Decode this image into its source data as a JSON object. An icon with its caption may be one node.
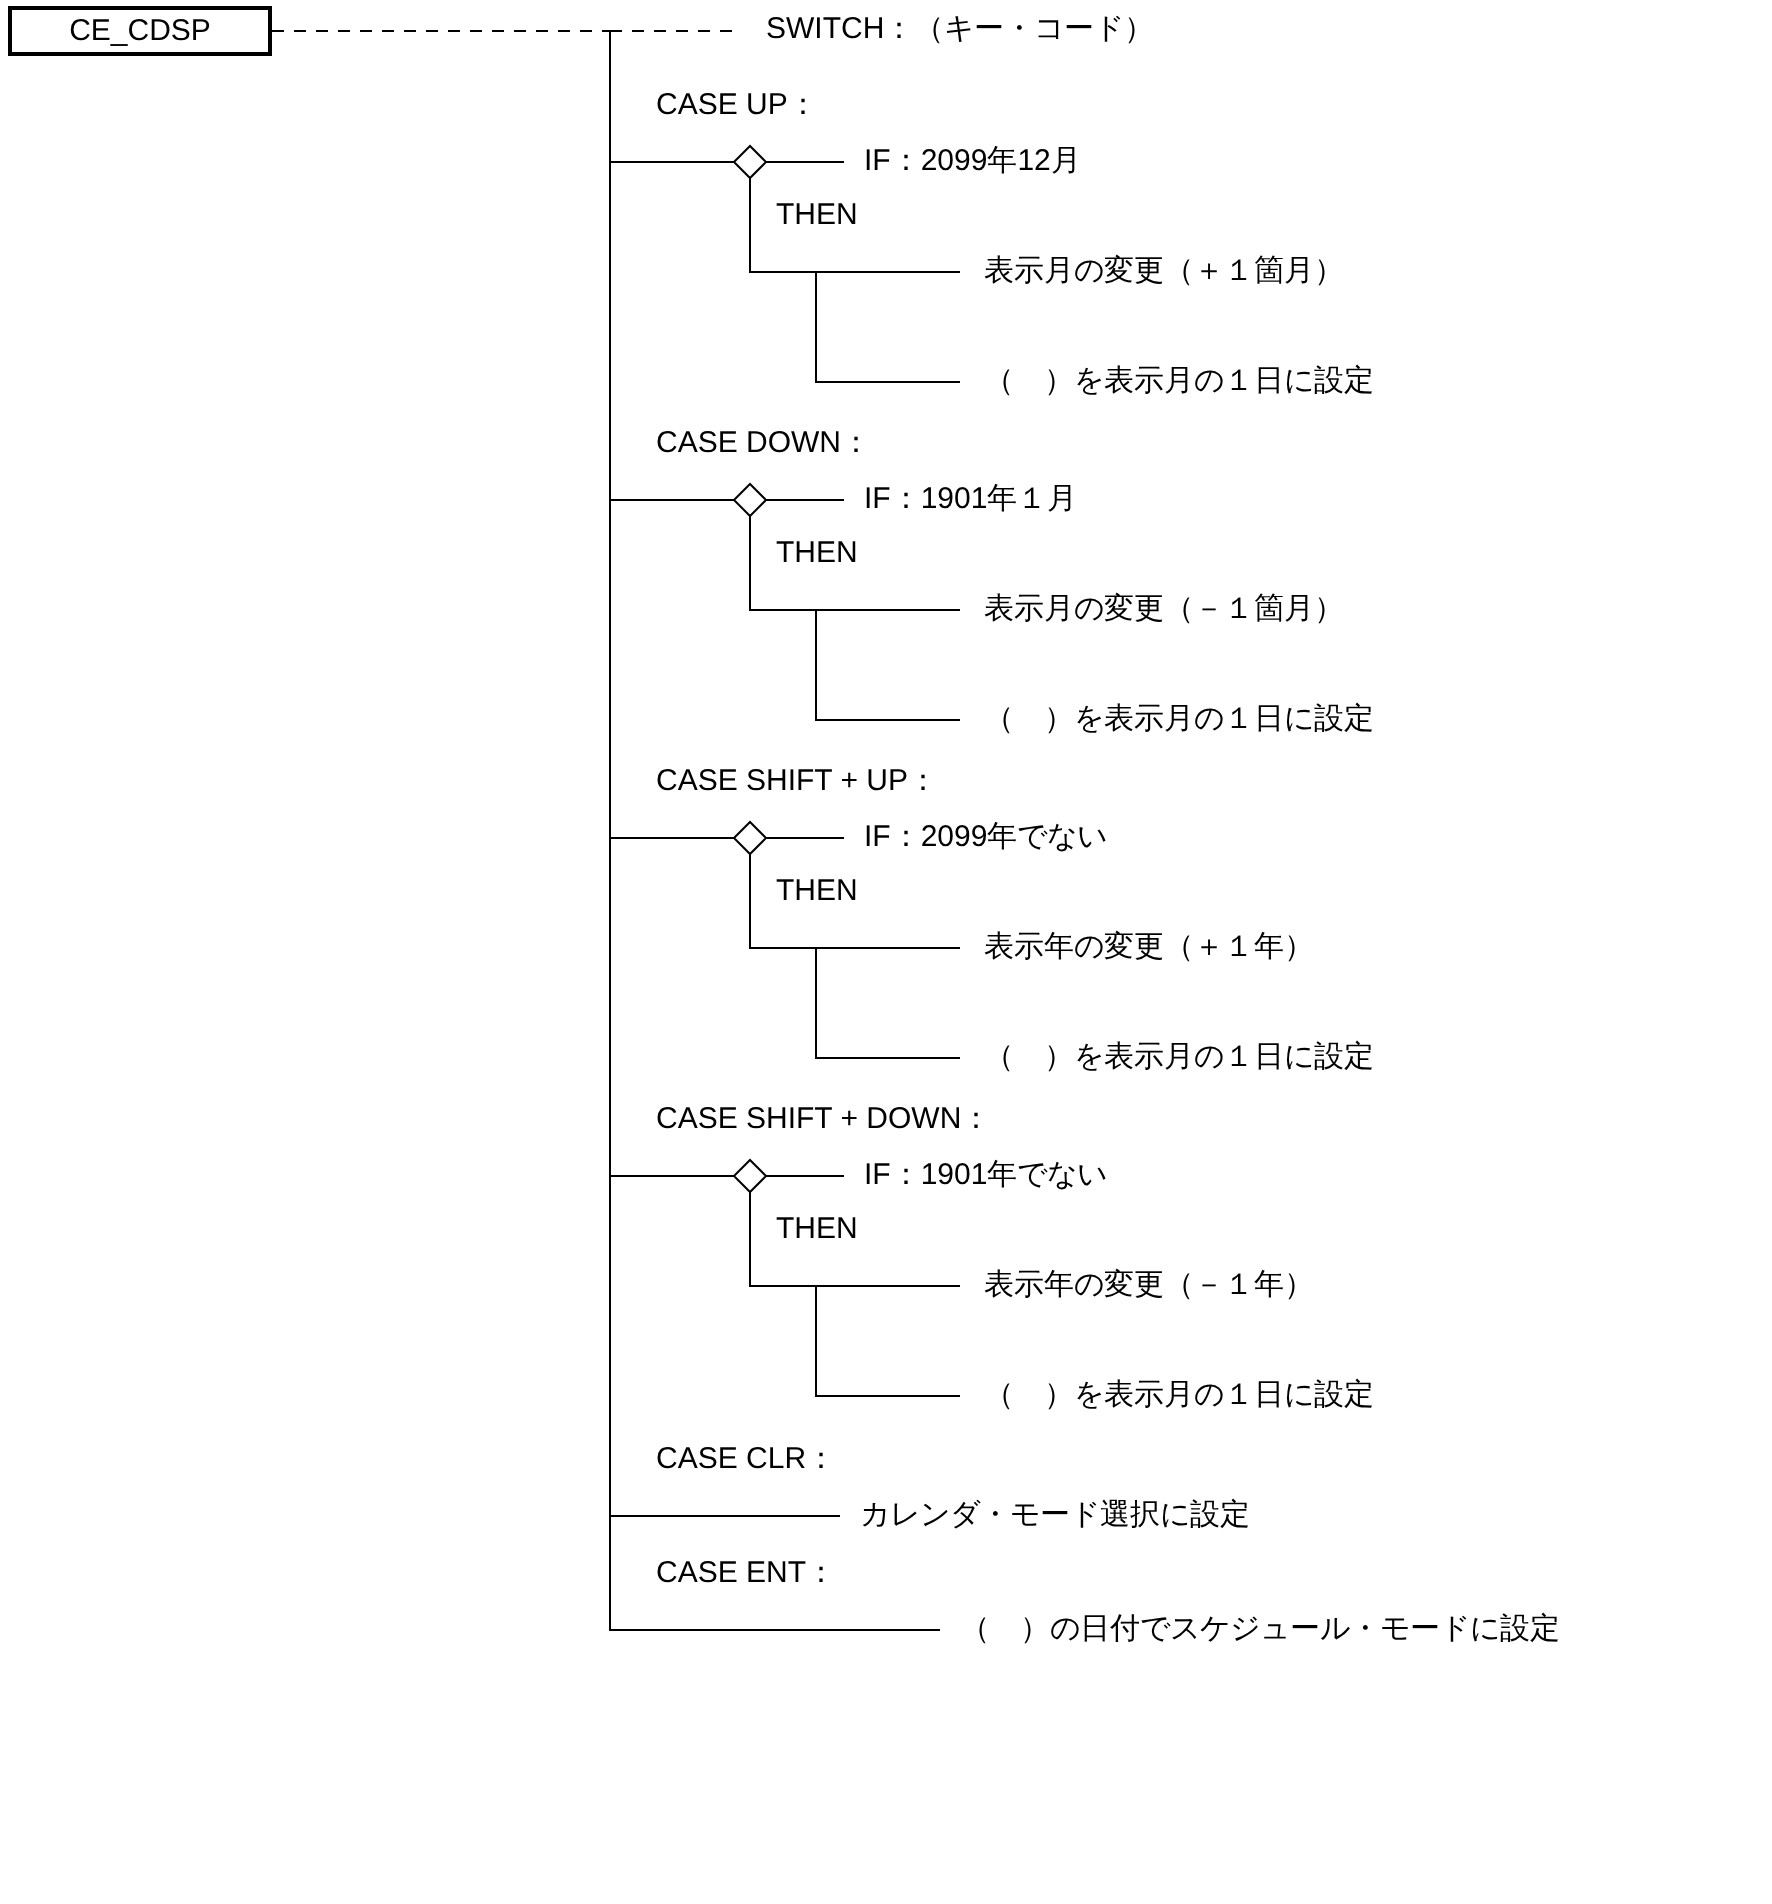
{
  "diagram": {
    "nodes": [
      {
        "text": [
          "CE_CDSP"
        ]
      },
      {
        "text": [
          "SWITCH：（キー・コード）"
        ]
      },
      {
        "text": [],
        "shape": "diamond"
      },
      {
        "text": [
          "IF：2099年12月"
        ]
      },
      {
        "text": [
          "表示月の変更（＋１箇月）"
        ]
      },
      {
        "text": [
          "（　）を表示月の１日に設定"
        ]
      },
      {
        "text": [],
        "shape": "diamond"
      },
      {
        "text": [
          "IF：1901年１月"
        ]
      },
      {
        "text": [
          "表示月の変更（－１箇月）"
        ]
      },
      {
        "text": [
          "（　）を表示月の１日に設定"
        ]
      },
      {
        "text": [],
        "shape": "diamond"
      },
      {
        "text": [
          "IF：2099年でない"
        ]
      },
      {
        "text": [
          "表示年の変更（＋１年）"
        ]
      },
      {
        "text": [
          "（　）を表示月の１日に設定"
        ]
      },
      {
        "text": [],
        "shape": "diamond"
      },
      {
        "text": [
          "IF：1901年でない"
        ]
      },
      {
        "text": [
          "表示年の変更（－１年）"
        ]
      },
      {
        "text": [
          "（　）を表示月の１日に設定"
        ]
      },
      {
        "text": [
          "カレンダ・モード選択に設定"
        ]
      },
      {
        "text": [
          "（　）の日付でスケジュール・モードに設定"
        ]
      }
    ],
    "edges": [
      {
        "from": 0,
        "to": 1,
        "arrow": "none",
        "style": "dashed"
      },
      {
        "from": 1,
        "to": 2,
        "arrow": "none",
        "label": "CASE UP："
      },
      {
        "from": 2,
        "to": 3,
        "arrow": "none"
      },
      {
        "from": 2,
        "to": 4,
        "arrow": "none",
        "label": "THEN"
      },
      {
        "from": 2,
        "to": 5,
        "arrow": "none"
      },
      {
        "from": 1,
        "to": 6,
        "arrow": "none",
        "label": "CASE DOWN："
      },
      {
        "from": 6,
        "to": 7,
        "arrow": "none"
      },
      {
        "from": 6,
        "to": 8,
        "arrow": "none",
        "label": "THEN"
      },
      {
        "from": 6,
        "to": 9,
        "arrow": "none"
      },
      {
        "from": 1,
        "to": 10,
        "arrow": "none",
        "label": "CASE SHIFT + UP："
      },
      {
        "from": 10,
        "to": 11,
        "arrow": "none"
      },
      {
        "from": 10,
        "to": 12,
        "arrow": "none",
        "label": "THEN"
      },
      {
        "from": 10,
        "to": 13,
        "arrow": "none"
      },
      {
        "from": 1,
        "to": 14,
        "arrow": "none",
        "label": "CASE SHIFT + DOWN："
      },
      {
        "from": 14,
        "to": 15,
        "arrow": "none"
      },
      {
        "from": 14,
        "to": 16,
        "arrow": "none",
        "label": "THEN"
      },
      {
        "from": 14,
        "to": 17,
        "arrow": "none"
      },
      {
        "from": 1,
        "to": 18,
        "arrow": "none",
        "label": "CASE CLR："
      },
      {
        "from": 1,
        "to": 19,
        "arrow": "none",
        "label": "CASE ENT："
      }
    ]
  }
}
